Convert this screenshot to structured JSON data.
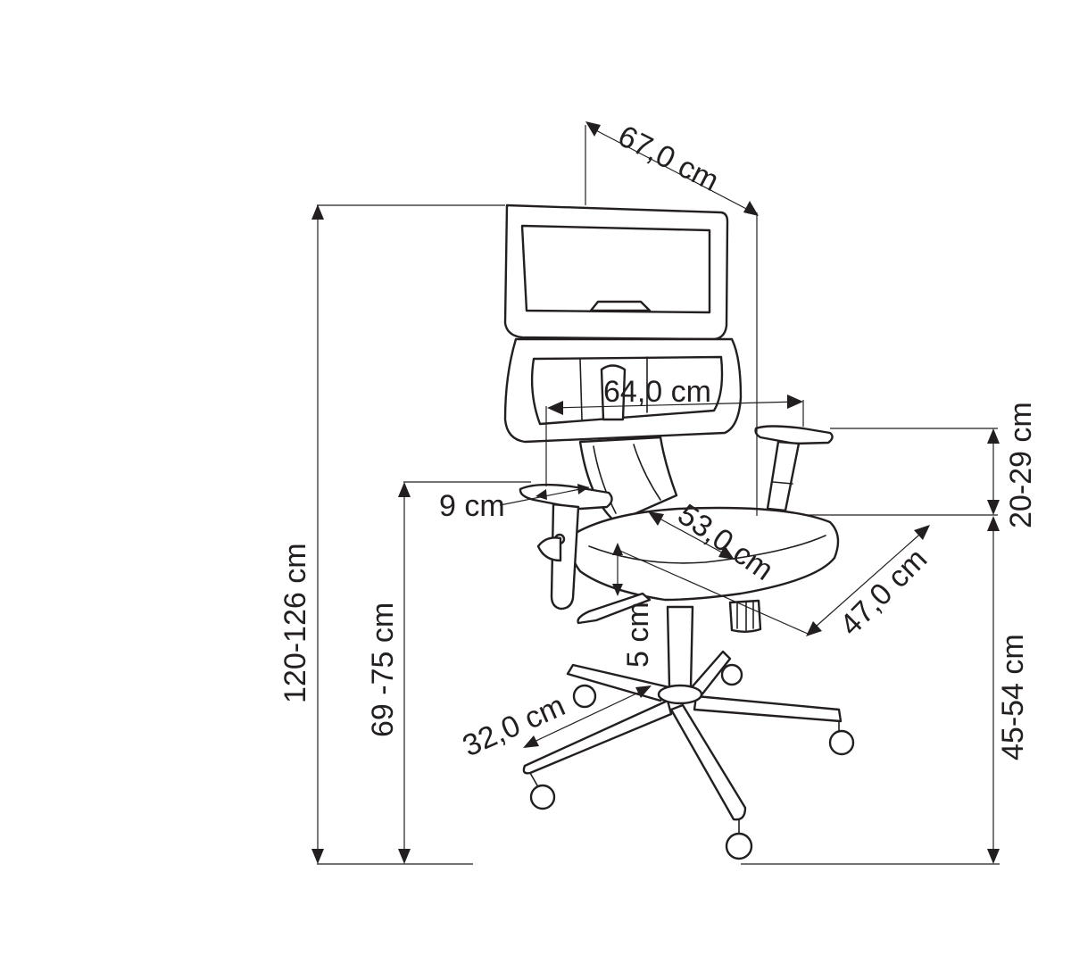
{
  "dimensions": {
    "depth_total": "67,0 cm",
    "width_total": "64,0 cm",
    "armrest_height": "20-29 cm",
    "armrest_width": "9 cm",
    "seat_depth": "53,0 cm",
    "seat_width": "47,0 cm",
    "height_total": "120-126 cm",
    "armrest_floor_height": "69 -75 cm",
    "seat_height": "45-54 cm",
    "seat_adjust": "5 cm",
    "base_radius": "32,0 cm"
  }
}
